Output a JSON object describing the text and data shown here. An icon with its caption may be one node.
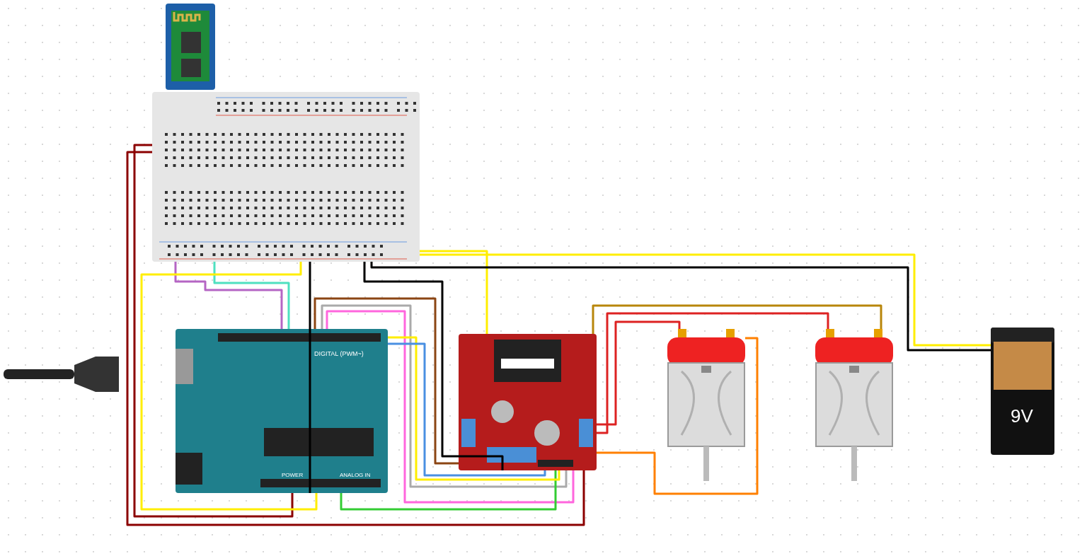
{
  "diagram": {
    "nodes": [
      {
        "text": [],
        "shape": "picture"
      },
      {
        "text": [],
        "shape": "picture"
      },
      {
        "text": [],
        "shape": "picture"
      },
      {
        "text": [
          "DIGITAL (PWM~)",
          "POWER",
          "ANALOG IN"
        ]
      },
      {
        "text": [],
        "shape": "picture"
      },
      {
        "text": [],
        "shape": "picture"
      },
      {
        "text": [],
        "shape": "picture"
      },
      {
        "text": [
          "9V"
        ]
      }
    ],
    "edges": [
      {
        "from": 1,
        "to": 3,
        "arrow": "none",
        "color": "#8b0000"
      },
      {
        "from": 1,
        "to": 4,
        "arrow": "none",
        "color": "#8b0000"
      },
      {
        "from": 1,
        "to": 3,
        "arrow": "none",
        "color": "#b565c4"
      },
      {
        "from": 1,
        "to": 3,
        "arrow": "none",
        "color": "#4ee0c0"
      },
      {
        "from": 1,
        "to": 3,
        "arrow": "none",
        "color": "#000000"
      },
      {
        "from": 1,
        "to": 3,
        "arrow": "none",
        "color": "#ffee00"
      },
      {
        "from": 1,
        "to": 4,
        "arrow": "none",
        "color": "#000000"
      },
      {
        "from": 1,
        "to": 4,
        "arrow": "none",
        "color": "#ffee00"
      },
      {
        "from": 1,
        "to": 7,
        "arrow": "none",
        "color": "#ffee00"
      },
      {
        "from": 1,
        "to": 7,
        "arrow": "none",
        "color": "#000000"
      },
      {
        "from": 3,
        "to": 4,
        "arrow": "none",
        "color": "#8b4513"
      },
      {
        "from": 3,
        "to": 4,
        "arrow": "none",
        "color": "#aaaaaa"
      },
      {
        "from": 3,
        "to": 4,
        "arrow": "none",
        "color": "#ff66dd"
      },
      {
        "from": 3,
        "to": 4,
        "arrow": "none",
        "color": "#33cc33"
      },
      {
        "from": 3,
        "to": 4,
        "arrow": "none",
        "color": "#ffee00"
      },
      {
        "from": 3,
        "to": 4,
        "arrow": "none",
        "color": "#4a90e2"
      },
      {
        "from": 4,
        "to": 5,
        "arrow": "none",
        "color": "#dd2222"
      },
      {
        "from": 4,
        "to": 6,
        "arrow": "none",
        "color": "#dd2222"
      },
      {
        "from": 4,
        "to": 5,
        "arrow": "none",
        "color": "#ff8000"
      },
      {
        "from": 4,
        "to": 6,
        "arrow": "none",
        "color": "#b8860b"
      }
    ]
  }
}
